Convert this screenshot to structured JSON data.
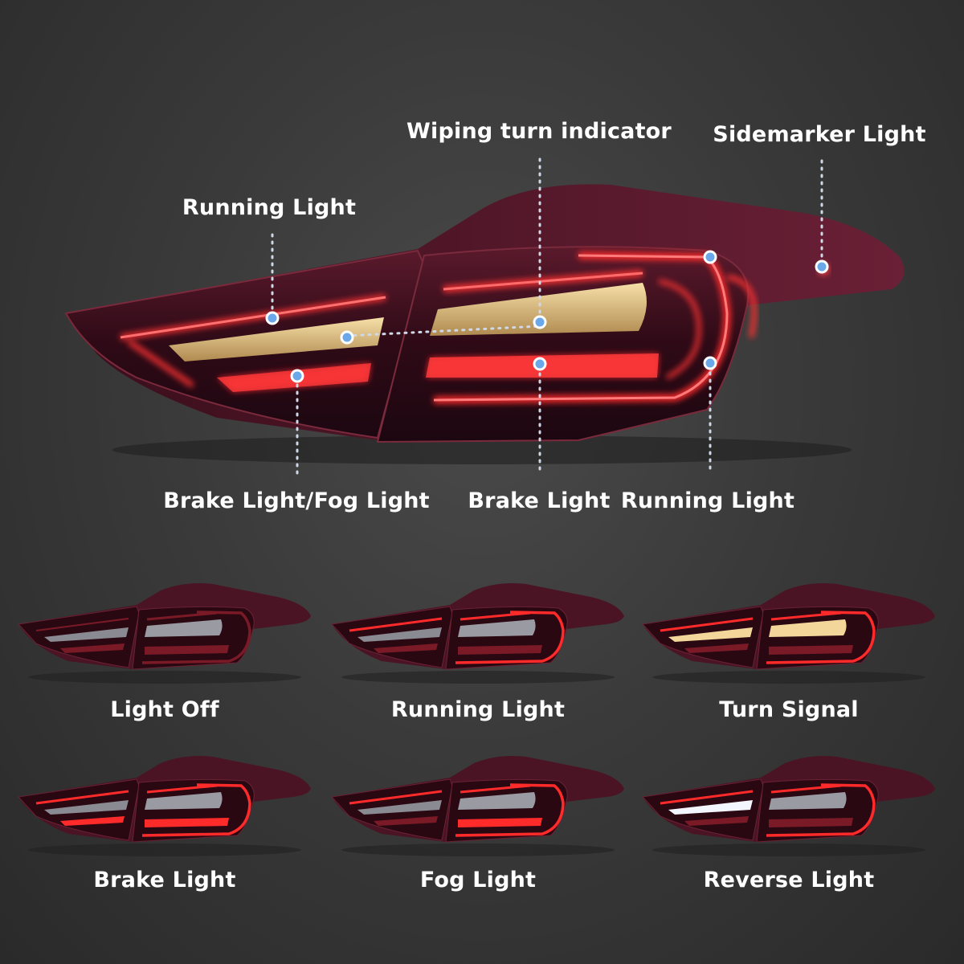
{
  "main_callouts": {
    "wiping_turn_indicator": "Wiping turn indicator",
    "sidemarker_light": "Sidemarker Light",
    "running_light_top": "Running Light",
    "brake_fog_light": "Brake Light/Fog Light",
    "brake_light": "Brake Light",
    "running_light_bottom": "Running Light"
  },
  "modes": [
    {
      "label": "Light Off",
      "state": "off"
    },
    {
      "label": "Running Light",
      "state": "running"
    },
    {
      "label": "Turn Signal",
      "state": "turn"
    },
    {
      "label": "Brake Light",
      "state": "brake"
    },
    {
      "label": "Fog Light",
      "state": "fog"
    },
    {
      "label": "Reverse Light",
      "state": "reverse"
    }
  ],
  "colors": {
    "dot": "#6aa8ea",
    "red_glow": "#ff2a2a",
    "amber": "#f3d69a",
    "housing": "#3a0f1c"
  }
}
